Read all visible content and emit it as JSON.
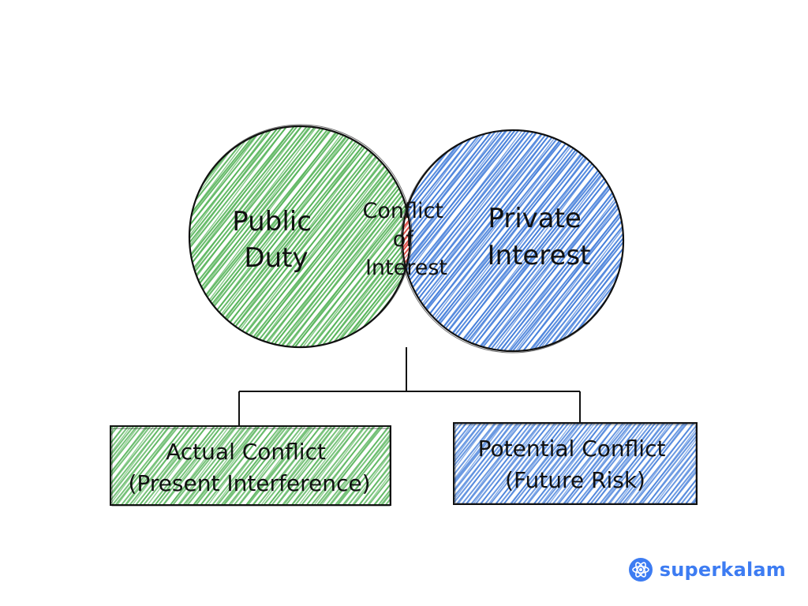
{
  "circles": {
    "left": {
      "label_lines": [
        "Public",
        "Duty"
      ],
      "color": "#4caf50"
    },
    "right": {
      "label_lines": [
        "Private",
        "Interest"
      ],
      "color": "#3b78d8"
    },
    "overlap": {
      "label_lines": [
        "Conflict",
        "of",
        "Interest"
      ],
      "color": "#d9413a"
    }
  },
  "boxes": {
    "left": {
      "lines": [
        "Actual Conflict",
        "(Present Interference)"
      ],
      "color": "#4caf50"
    },
    "right": {
      "lines": [
        "Potential Conflict",
        "(Future Risk)"
      ],
      "color": "#3b78d8"
    }
  },
  "brand": {
    "name": "superkalam",
    "color": "#3d7cf2",
    "icon": "atom-icon"
  }
}
